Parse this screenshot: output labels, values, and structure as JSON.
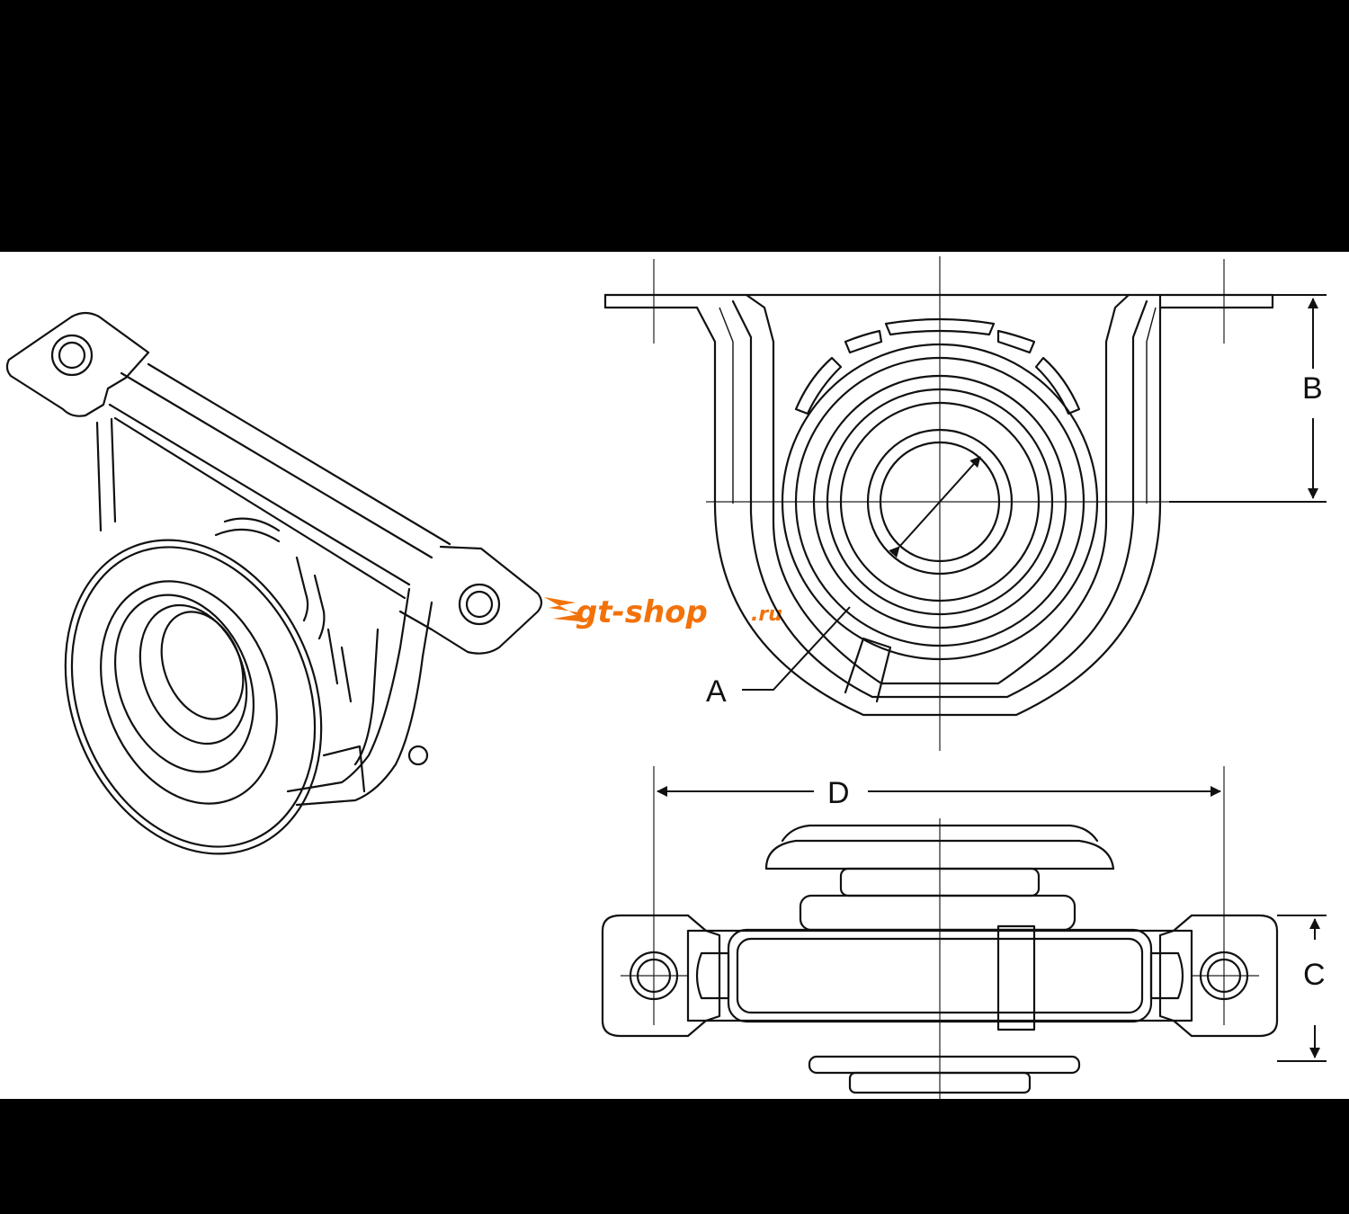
{
  "labels": {
    "a": "A",
    "b": "B",
    "c": "C",
    "d": "D"
  },
  "watermark": {
    "text": "gt-shop",
    "suffix": ".ru",
    "color": "#f2720a"
  }
}
